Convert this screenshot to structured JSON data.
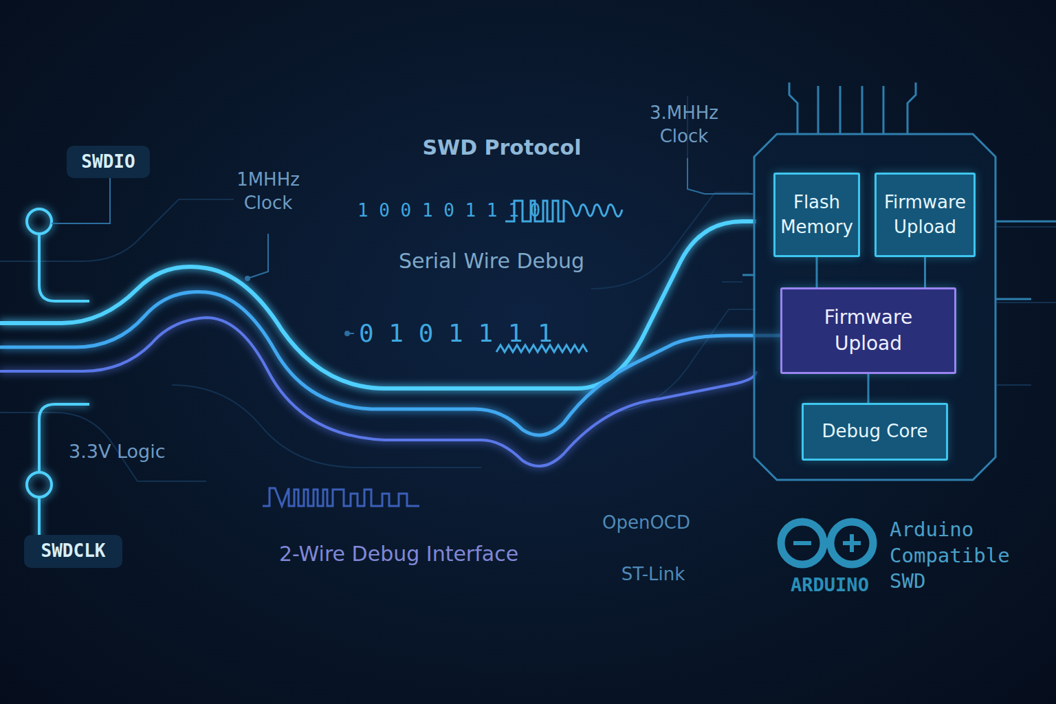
{
  "diagram": {
    "nodes": [
      {
        "text": [
          "SWDIO"
        ]
      },
      {
        "text": [
          "SWDCLK"
        ]
      },
      {
        "text": [
          "Flash Memory"
        ]
      },
      {
        "text": [
          "Firmware Upload"
        ]
      },
      {
        "text": [
          "Firmware Upload"
        ]
      },
      {
        "text": [
          "Debug Core"
        ]
      }
    ],
    "edges": [
      {
        "from": 2,
        "to": 4,
        "arrow": "none"
      },
      {
        "from": 3,
        "to": 4,
        "arrow": "none"
      },
      {
        "from": 4,
        "to": 5,
        "arrow": "none"
      }
    ],
    "labels": [
      "1MHHz Clock",
      "SWD Protocol",
      "1 0 0 1 0 1 1 1 0",
      "Serial Wire Debug",
      "0 1 0 1 1 1 1",
      "3.MHHz Clock",
      "3.3V Logic",
      "2-Wire Debug Interface",
      "OpenOCD",
      "ST-Link",
      "ARDUINO",
      "Arduino Compatible SWD"
    ]
  }
}
